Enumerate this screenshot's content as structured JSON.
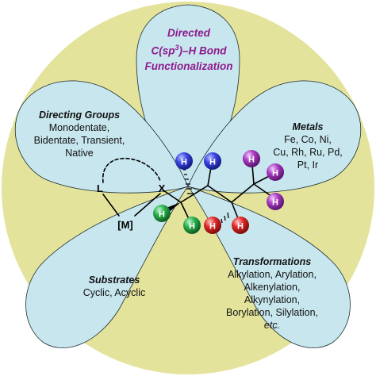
{
  "center": {
    "line1": "Directed",
    "line2_pre": "C(sp",
    "line2_sup": "3",
    "line2_post": ")–H Bond",
    "line3": "Functionalization"
  },
  "directing_groups": {
    "heading": "Directing Groups",
    "lines": [
      "Monodentate,",
      "Bidentate, Transient,",
      "Native"
    ]
  },
  "metals": {
    "heading": "Metals",
    "lines": [
      "Fe, Co, Ni,",
      "Cu, Rh, Ru, Pd,",
      "Pt, Ir"
    ]
  },
  "substrates": {
    "heading": "Substrates",
    "lines": [
      "Cyclic, Acyclic"
    ]
  },
  "transformations": {
    "heading": "Transformations",
    "lines": [
      "Alkylation, Arylation,",
      "Alkenylation,",
      "Alkynylation,",
      "Borylation, Silylation,"
    ],
    "last_italic": "etc."
  },
  "molecule": {
    "ligand_label": "L",
    "metal_label": "[M]",
    "directing_atom_label": "X",
    "hydrogen_label": "H"
  },
  "colors": {
    "outer_disc": "#e3e39b",
    "petal": "#c8e6ee",
    "title": "#8e1a8e",
    "h_blue": "#3a46e0",
    "h_green": "#28b04a",
    "h_red": "#e02828",
    "h_purple": "#a83cbf"
  }
}
